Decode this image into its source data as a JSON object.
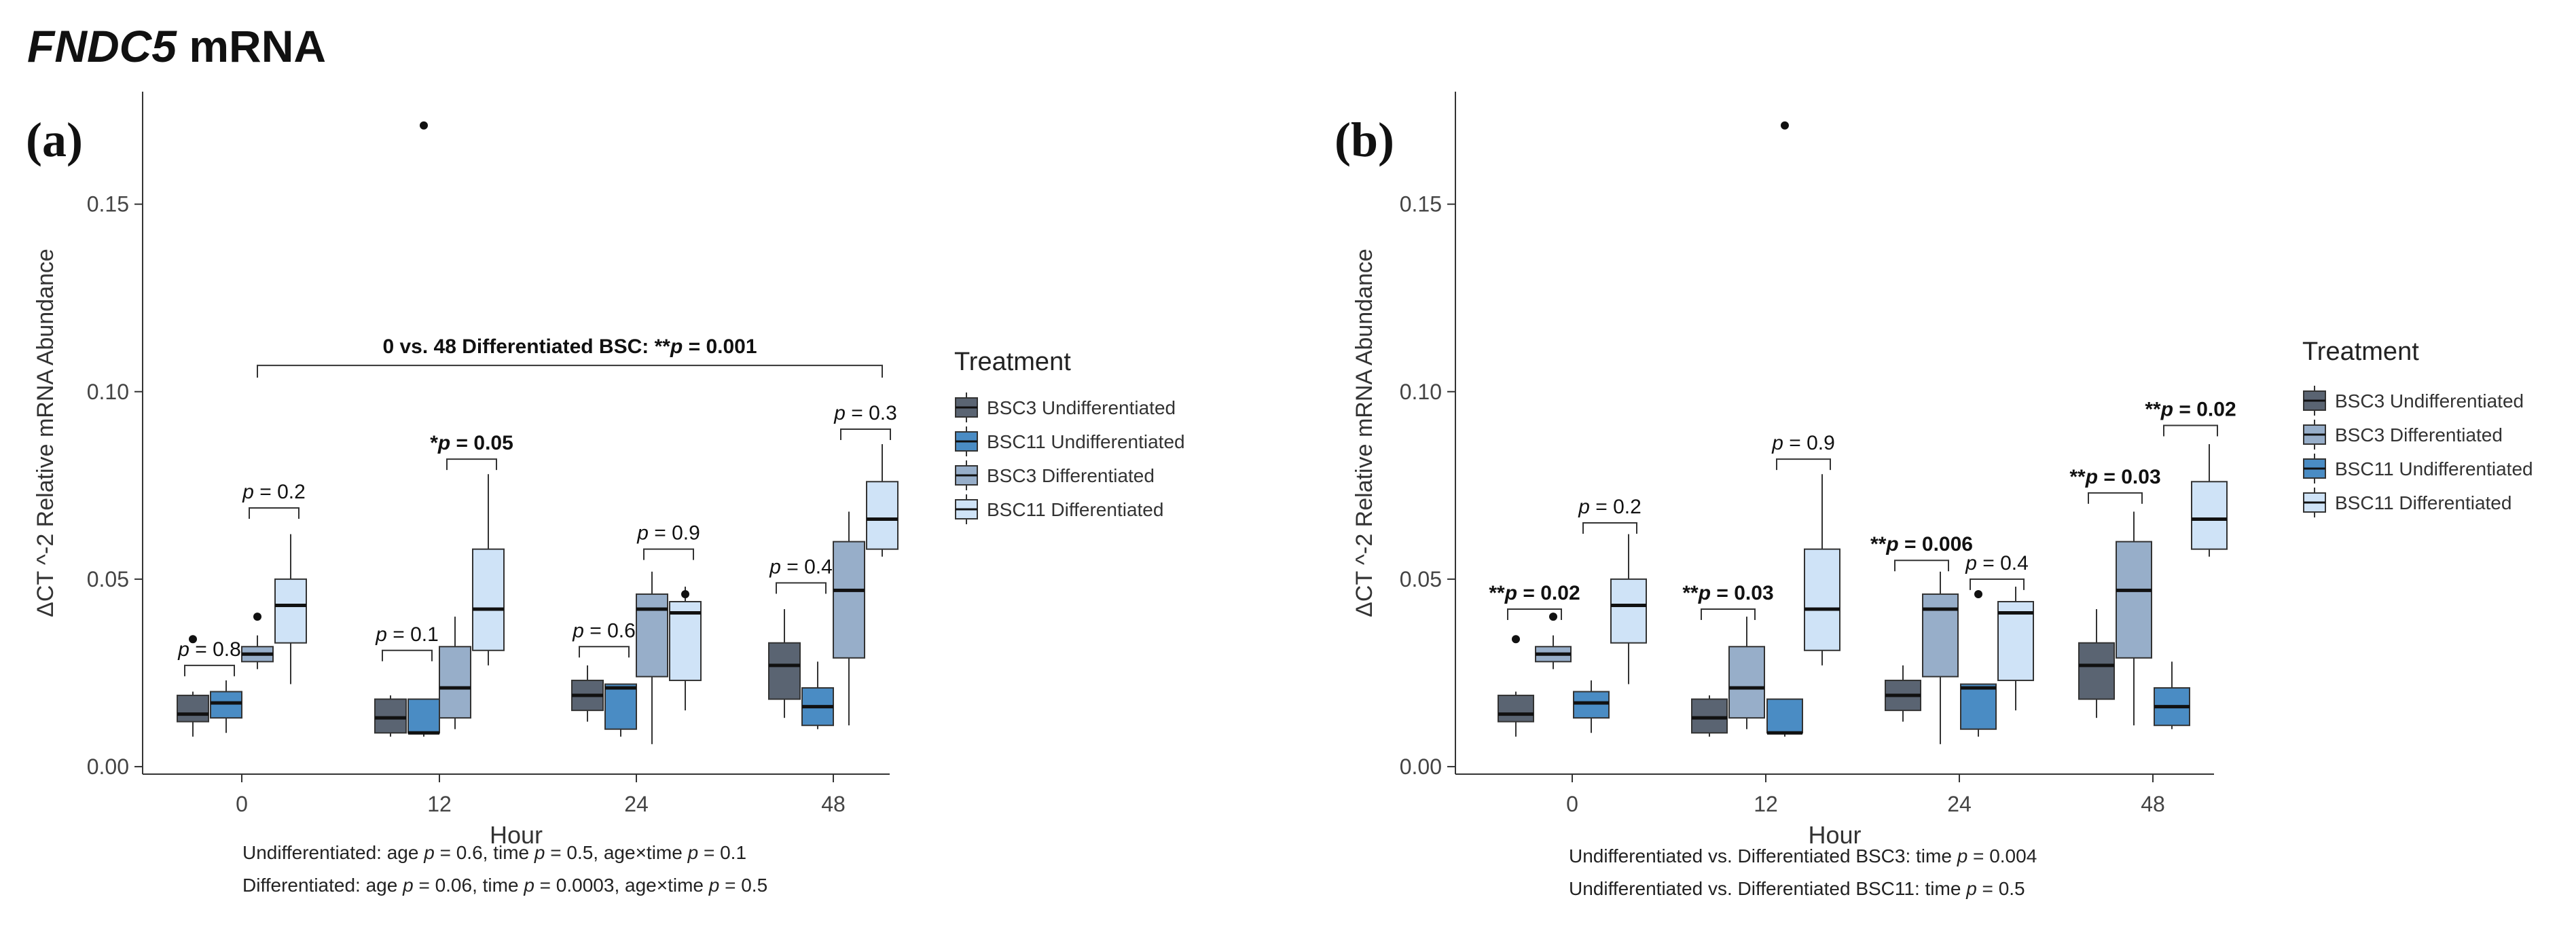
{
  "figure": {
    "title_gene": "FNDC5",
    "title_rest": " mRNA"
  },
  "colors": {
    "BSC3 Undifferentiated": "#5a6472",
    "BSC11 Undifferentiated": "#4a8cc4",
    "BSC3 Differentiated": "#97aec9",
    "BSC11 Differentiated": "#cfe3f7"
  },
  "chart_data": [
    {
      "panel": "(a)",
      "type": "box",
      "xlabel": "Hour",
      "ylabel": "ΔCT ^-2 Relative mRNA Abundance",
      "categories": [
        "0",
        "12",
        "24",
        "48"
      ],
      "ylim": [
        -0.002,
        0.18
      ],
      "yticks": [
        "0.00",
        "0.05",
        "0.10",
        "0.15"
      ],
      "grid": false,
      "legend": {
        "title": "Treatment",
        "position": "right",
        "entries": [
          "BSC3 Undifferentiated",
          "BSC11 Undifferentiated",
          "BSC3 Differentiated",
          "BSC11 Differentiated"
        ]
      },
      "series": [
        {
          "name": "BSC3 Undifferentiated",
          "boxes": [
            {
              "min": 0.008,
              "q1": 0.012,
              "median": 0.014,
              "q3": 0.019,
              "max": 0.02,
              "outliers": [
                0.034
              ]
            },
            {
              "min": 0.008,
              "q1": 0.009,
              "median": 0.013,
              "q3": 0.018,
              "max": 0.019,
              "outliers": []
            },
            {
              "min": 0.012,
              "q1": 0.015,
              "median": 0.019,
              "q3": 0.023,
              "max": 0.027,
              "outliers": []
            },
            {
              "min": 0.013,
              "q1": 0.018,
              "median": 0.027,
              "q3": 0.033,
              "max": 0.042,
              "outliers": []
            }
          ]
        },
        {
          "name": "BSC11 Undifferentiated",
          "boxes": [
            {
              "min": 0.009,
              "q1": 0.013,
              "median": 0.017,
              "q3": 0.02,
              "max": 0.023,
              "outliers": []
            },
            {
              "min": 0.008,
              "q1": 0.009,
              "median": 0.009,
              "q3": 0.018,
              "max": 0.018,
              "outliers": [
                0.171
              ]
            },
            {
              "min": 0.008,
              "q1": 0.01,
              "median": 0.021,
              "q3": 0.022,
              "max": 0.022,
              "outliers": []
            },
            {
              "min": 0.01,
              "q1": 0.011,
              "median": 0.016,
              "q3": 0.021,
              "max": 0.028,
              "outliers": []
            }
          ]
        },
        {
          "name": "BSC3 Differentiated",
          "boxes": [
            {
              "min": 0.026,
              "q1": 0.028,
              "median": 0.03,
              "q3": 0.032,
              "max": 0.035,
              "outliers": [
                0.04
              ]
            },
            {
              "min": 0.01,
              "q1": 0.013,
              "median": 0.021,
              "q3": 0.032,
              "max": 0.04,
              "outliers": []
            },
            {
              "min": 0.006,
              "q1": 0.024,
              "median": 0.042,
              "q3": 0.046,
              "max": 0.052,
              "outliers": []
            },
            {
              "min": 0.011,
              "q1": 0.029,
              "median": 0.047,
              "q3": 0.06,
              "max": 0.068,
              "outliers": []
            }
          ]
        },
        {
          "name": "BSC11 Differentiated",
          "boxes": [
            {
              "min": 0.022,
              "q1": 0.033,
              "median": 0.043,
              "q3": 0.05,
              "max": 0.062,
              "outliers": []
            },
            {
              "min": 0.027,
              "q1": 0.031,
              "median": 0.042,
              "q3": 0.058,
              "max": 0.078,
              "outliers": []
            },
            {
              "min": 0.015,
              "q1": 0.023,
              "median": 0.041,
              "q3": 0.044,
              "max": 0.048,
              "outliers": [
                0.046
              ]
            },
            {
              "min": 0.056,
              "q1": 0.058,
              "median": 0.066,
              "q3": 0.076,
              "max": 0.086,
              "outliers": []
            }
          ]
        }
      ],
      "comparisons": [
        {
          "hour": "0",
          "from": 0,
          "to": 1,
          "pre": "",
          "label": "= 0.8",
          "bold": false,
          "y": 0.027
        },
        {
          "hour": "0",
          "from": 2,
          "to": 3,
          "pre": "",
          "label": "= 0.2",
          "bold": false,
          "y": 0.069
        },
        {
          "hour": "12",
          "from": 0,
          "to": 1,
          "pre": "",
          "label": "= 0.1",
          "bold": false,
          "y": 0.031
        },
        {
          "hour": "12",
          "from": 2,
          "to": 3,
          "pre": "*",
          "label": "= 0.05",
          "bold": true,
          "y": 0.082
        },
        {
          "hour": "24",
          "from": 0,
          "to": 1,
          "pre": "",
          "label": "= 0.6",
          "bold": false,
          "y": 0.032
        },
        {
          "hour": "24",
          "from": 2,
          "to": 3,
          "pre": "",
          "label": "= 0.9",
          "bold": false,
          "y": 0.058
        },
        {
          "hour": "48",
          "from": 0,
          "to": 1,
          "pre": "",
          "label": "= 0.4",
          "bold": false,
          "y": 0.049
        },
        {
          "hour": "48",
          "from": 2,
          "to": 3,
          "pre": "",
          "label": "= 0.3",
          "bold": false,
          "y": 0.09
        }
      ],
      "long_comparison": {
        "from_hour": "0",
        "to_hour": "48",
        "text_pre": "0 vs. 48 Differentiated BSC: **",
        "text_post": " = 0.001",
        "y": 0.107
      },
      "footnotes": [
        {
          "label": "Undifferentiated: age ",
          "parts": [
            "= 0.6, time ",
            "= 0.5, age×time ",
            "= 0.1"
          ]
        },
        {
          "label": "Differentiated: age ",
          "parts": [
            "= 0.06, time ",
            "= 0.0003, age×time ",
            "= 0.5"
          ]
        }
      ]
    },
    {
      "panel": "(b)",
      "type": "box",
      "xlabel": "Hour",
      "ylabel": "ΔCT ^-2 Relative mRNA Abundance",
      "categories": [
        "0",
        "12",
        "24",
        "48"
      ],
      "ylim": [
        -0.002,
        0.18
      ],
      "yticks": [
        "0.00",
        "0.05",
        "0.10",
        "0.15"
      ],
      "grid": false,
      "legend": {
        "title": "Treatment",
        "position": "right",
        "entries": [
          "BSC3 Undifferentiated",
          "BSC3 Differentiated",
          "BSC11 Undifferentiated",
          "BSC11 Differentiated"
        ]
      },
      "series": [
        {
          "name": "BSC3 Undifferentiated",
          "boxes": [
            {
              "min": 0.008,
              "q1": 0.012,
              "median": 0.014,
              "q3": 0.019,
              "max": 0.02,
              "outliers": [
                0.034
              ]
            },
            {
              "min": 0.008,
              "q1": 0.009,
              "median": 0.013,
              "q3": 0.018,
              "max": 0.019,
              "outliers": []
            },
            {
              "min": 0.012,
              "q1": 0.015,
              "median": 0.019,
              "q3": 0.023,
              "max": 0.027,
              "outliers": []
            },
            {
              "min": 0.013,
              "q1": 0.018,
              "median": 0.027,
              "q3": 0.033,
              "max": 0.042,
              "outliers": []
            }
          ]
        },
        {
          "name": "BSC3 Differentiated",
          "boxes": [
            {
              "min": 0.026,
              "q1": 0.028,
              "median": 0.03,
              "q3": 0.032,
              "max": 0.035,
              "outliers": [
                0.04
              ]
            },
            {
              "min": 0.01,
              "q1": 0.013,
              "median": 0.021,
              "q3": 0.032,
              "max": 0.04,
              "outliers": []
            },
            {
              "min": 0.006,
              "q1": 0.024,
              "median": 0.042,
              "q3": 0.046,
              "max": 0.052,
              "outliers": []
            },
            {
              "min": 0.011,
              "q1": 0.029,
              "median": 0.047,
              "q3": 0.06,
              "max": 0.068,
              "outliers": []
            }
          ]
        },
        {
          "name": "BSC11 Undifferentiated",
          "boxes": [
            {
              "min": 0.009,
              "q1": 0.013,
              "median": 0.017,
              "q3": 0.02,
              "max": 0.023,
              "outliers": []
            },
            {
              "min": 0.008,
              "q1": 0.009,
              "median": 0.009,
              "q3": 0.018,
              "max": 0.018,
              "outliers": [
                0.171
              ]
            },
            {
              "min": 0.008,
              "q1": 0.01,
              "median": 0.021,
              "q3": 0.022,
              "max": 0.022,
              "outliers": [
                0.046
              ]
            },
            {
              "min": 0.01,
              "q1": 0.011,
              "median": 0.016,
              "q3": 0.021,
              "max": 0.028,
              "outliers": []
            }
          ]
        },
        {
          "name": "BSC11 Differentiated",
          "boxes": [
            {
              "min": 0.022,
              "q1": 0.033,
              "median": 0.043,
              "q3": 0.05,
              "max": 0.062,
              "outliers": []
            },
            {
              "min": 0.027,
              "q1": 0.031,
              "median": 0.042,
              "q3": 0.058,
              "max": 0.078,
              "outliers": []
            },
            {
              "min": 0.015,
              "q1": 0.023,
              "median": 0.041,
              "q3": 0.044,
              "max": 0.048,
              "outliers": []
            },
            {
              "min": 0.056,
              "q1": 0.058,
              "median": 0.066,
              "q3": 0.076,
              "max": 0.086,
              "outliers": []
            }
          ]
        }
      ],
      "comparisons": [
        {
          "hour": "0",
          "from": 0,
          "to": 1,
          "pre": "**",
          "label": "= 0.02",
          "bold": true,
          "y": 0.042
        },
        {
          "hour": "0",
          "from": 2,
          "to": 3,
          "pre": "",
          "label": "= 0.2",
          "bold": false,
          "y": 0.065
        },
        {
          "hour": "12",
          "from": 0,
          "to": 1,
          "pre": "**",
          "label": "= 0.03",
          "bold": true,
          "y": 0.042
        },
        {
          "hour": "12",
          "from": 2,
          "to": 3,
          "pre": "",
          "label": "= 0.9",
          "bold": false,
          "y": 0.082
        },
        {
          "hour": "24",
          "from": 0,
          "to": 1,
          "pre": "**",
          "label": "= 0.006",
          "bold": true,
          "y": 0.055
        },
        {
          "hour": "24",
          "from": 2,
          "to": 3,
          "pre": "",
          "label": "= 0.4",
          "bold": false,
          "y": 0.05
        },
        {
          "hour": "48",
          "from": 0,
          "to": 1,
          "pre": "**",
          "label": "= 0.03",
          "bold": true,
          "y": 0.073
        },
        {
          "hour": "48",
          "from": 2,
          "to": 3,
          "pre": "**",
          "label": "= 0.02",
          "bold": true,
          "y": 0.091
        }
      ],
      "footnotes": [
        {
          "label": "Undifferentiated vs. Differentiated BSC3: time ",
          "parts": [
            "= 0.004"
          ]
        },
        {
          "label": "Undifferentiated vs. Differentiated BSC11: time ",
          "parts": [
            "= 0.5"
          ]
        }
      ]
    }
  ],
  "p_symbol": "p"
}
